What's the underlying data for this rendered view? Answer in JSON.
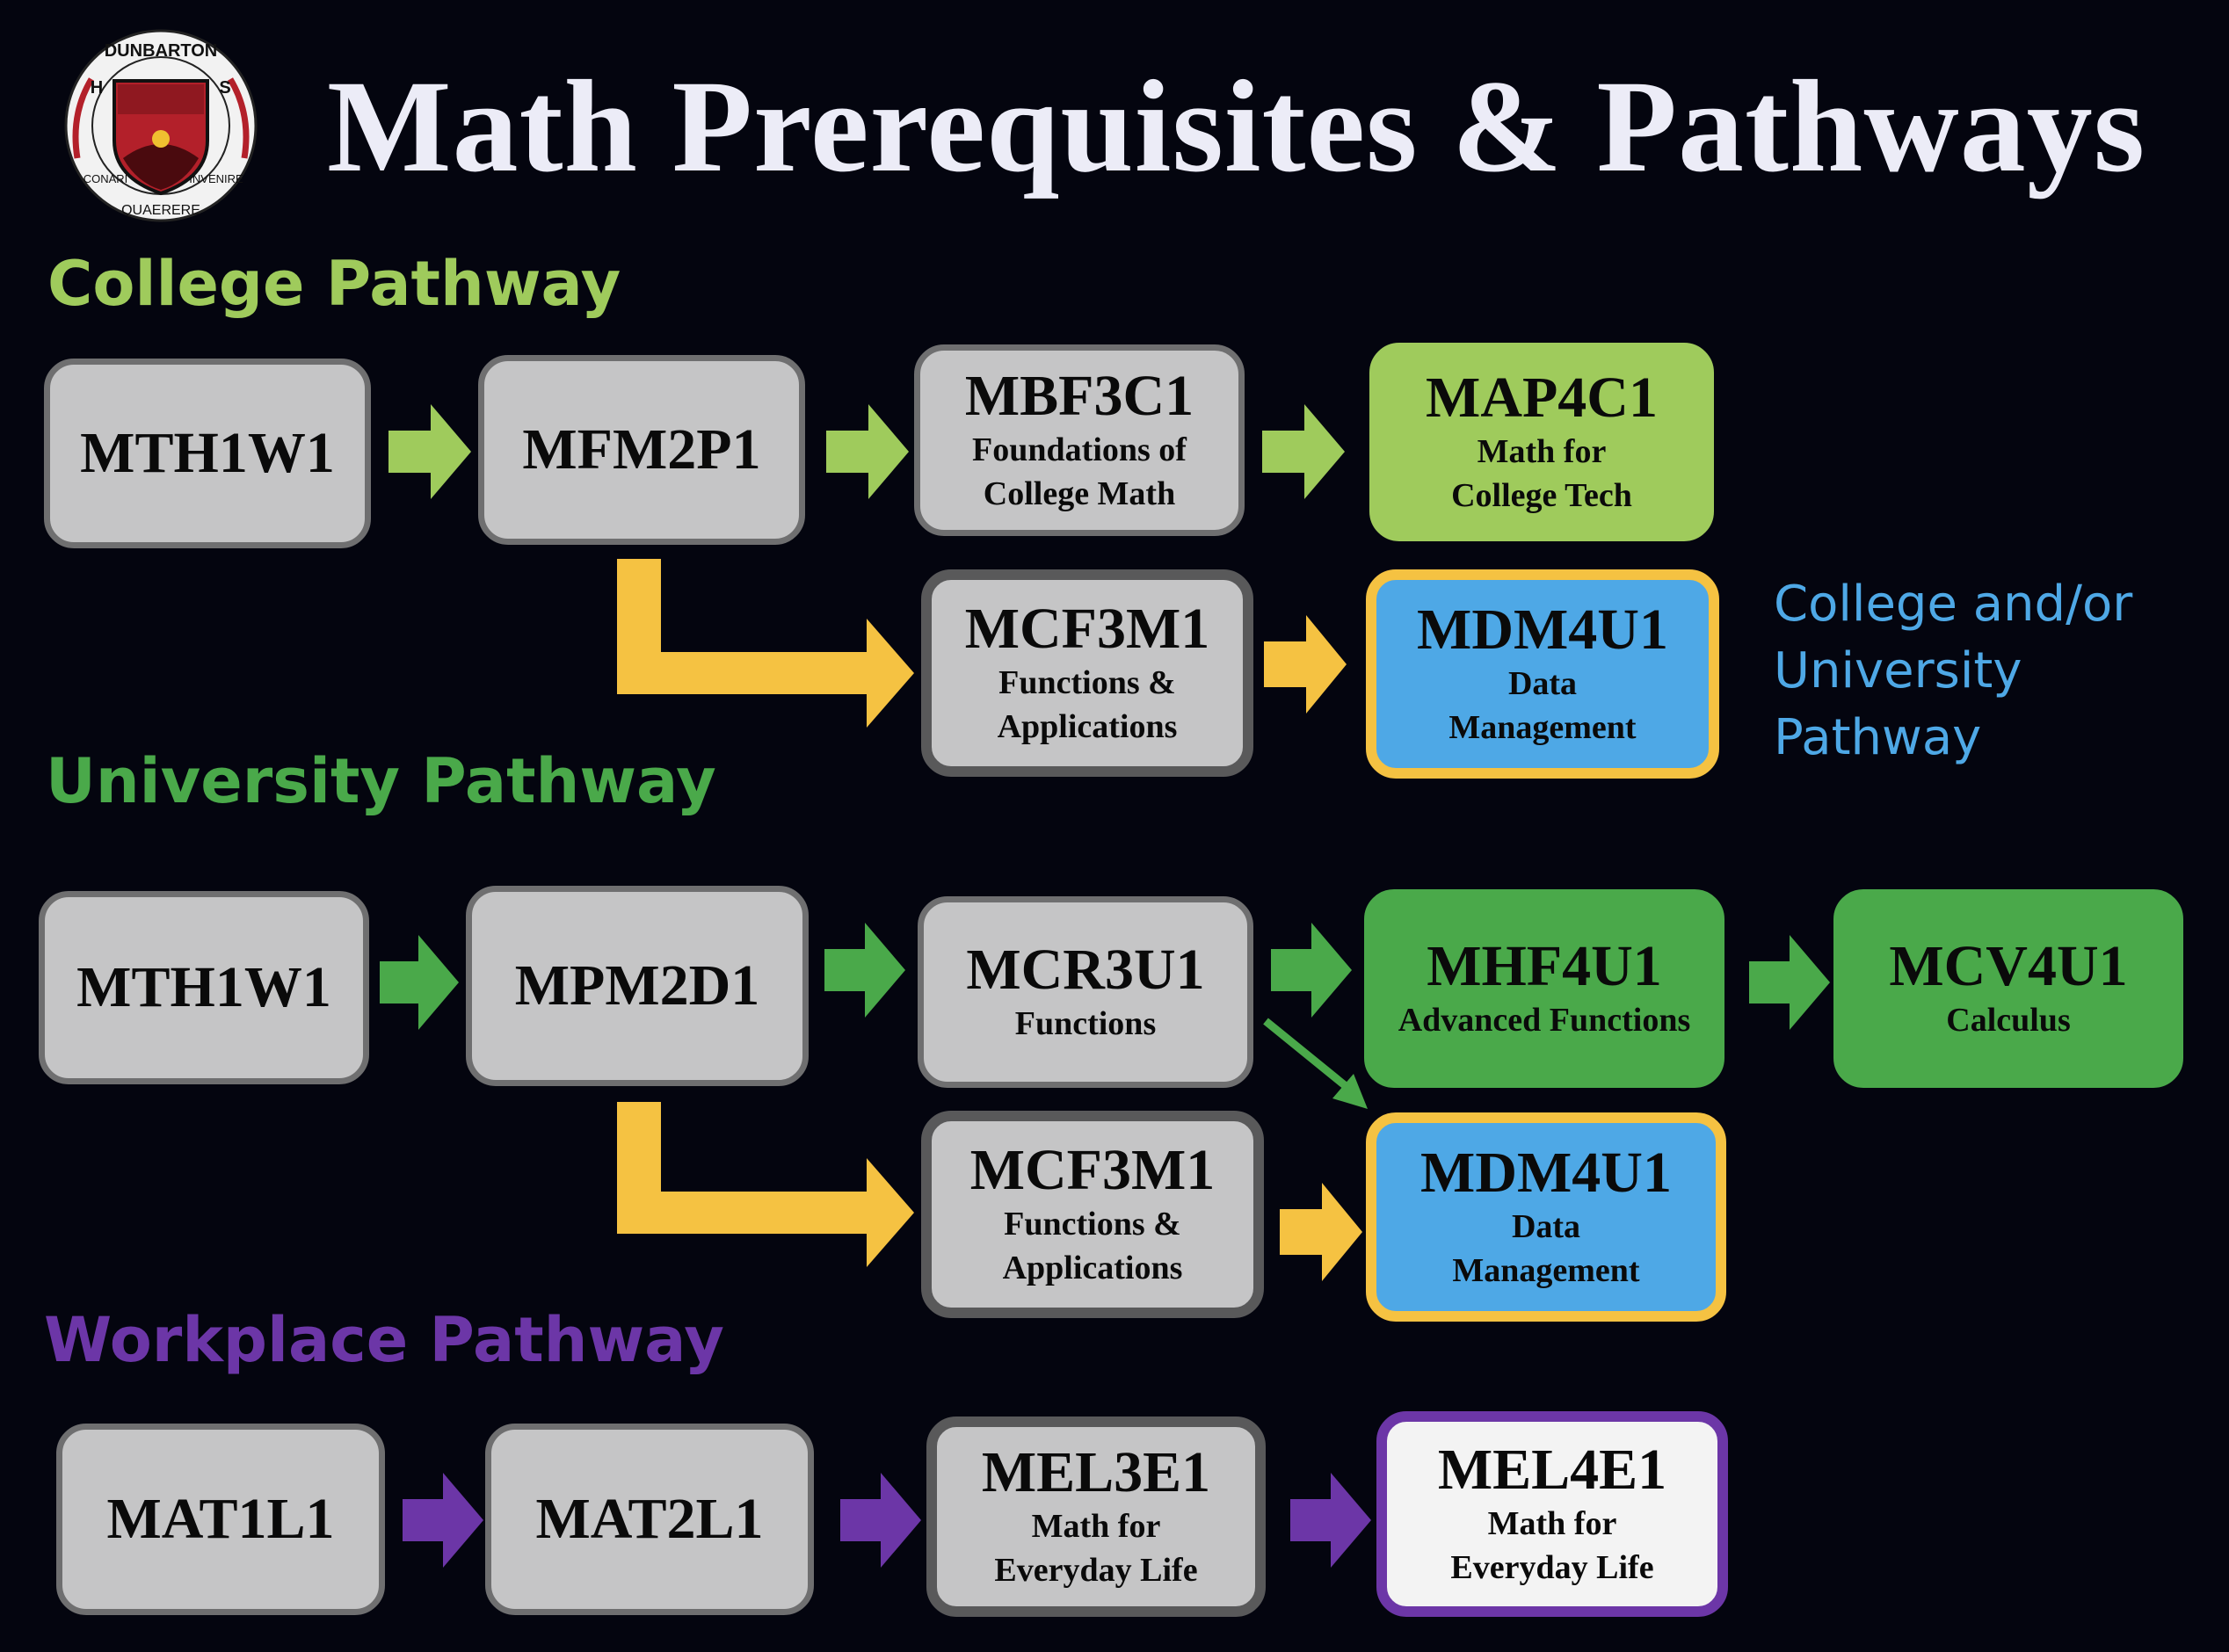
{
  "title": "Math Prerequisites & Pathways",
  "logo": {
    "ring_top": "DUNBARTON",
    "letters_left": "H",
    "letters_right": "S",
    "ring_bottom_left": "CONARI",
    "ring_bottom": "QUAERERE",
    "ring_bottom_right": "INVENIRE"
  },
  "side_note": "College and/or University Pathway",
  "colors": {
    "background": "#04050f",
    "college": "#9fcb5c",
    "university": "#4aa94a",
    "workplace": "#6c36a7",
    "mixed": "#4ea8e6",
    "connector": "#f5c242",
    "box_grey": "#c5c5c6"
  },
  "pathways": {
    "college": {
      "label": "College Pathway",
      "courses": [
        {
          "code": "MTH1W1",
          "name": ""
        },
        {
          "code": "MFM2P1",
          "name": ""
        },
        {
          "code": "MBF3C1",
          "name": "Foundations of College Math"
        },
        {
          "code": "MAP4C1",
          "name": "Math for College Tech"
        },
        {
          "code": "MCF3M1",
          "name": "Functions & Applications"
        },
        {
          "code": "MDM4U1",
          "name": "Data Management"
        }
      ]
    },
    "university": {
      "label": "University Pathway",
      "courses": [
        {
          "code": "MTH1W1",
          "name": ""
        },
        {
          "code": "MPM2D1",
          "name": ""
        },
        {
          "code": "MCR3U1",
          "name": "Functions"
        },
        {
          "code": "MHF4U1",
          "name": "Advanced Functions"
        },
        {
          "code": "MCV4U1",
          "name": "Calculus"
        },
        {
          "code": "MCF3M1",
          "name": "Functions & Applications"
        },
        {
          "code": "MDM4U1",
          "name": "Data Management"
        }
      ]
    },
    "workplace": {
      "label": "Workplace Pathway",
      "courses": [
        {
          "code": "MAT1L1",
          "name": ""
        },
        {
          "code": "MAT2L1",
          "name": ""
        },
        {
          "code": "MEL3E1",
          "name": "Math for Everyday Life"
        },
        {
          "code": "MEL4E1",
          "name": "Math for Everyday Life"
        }
      ]
    }
  }
}
